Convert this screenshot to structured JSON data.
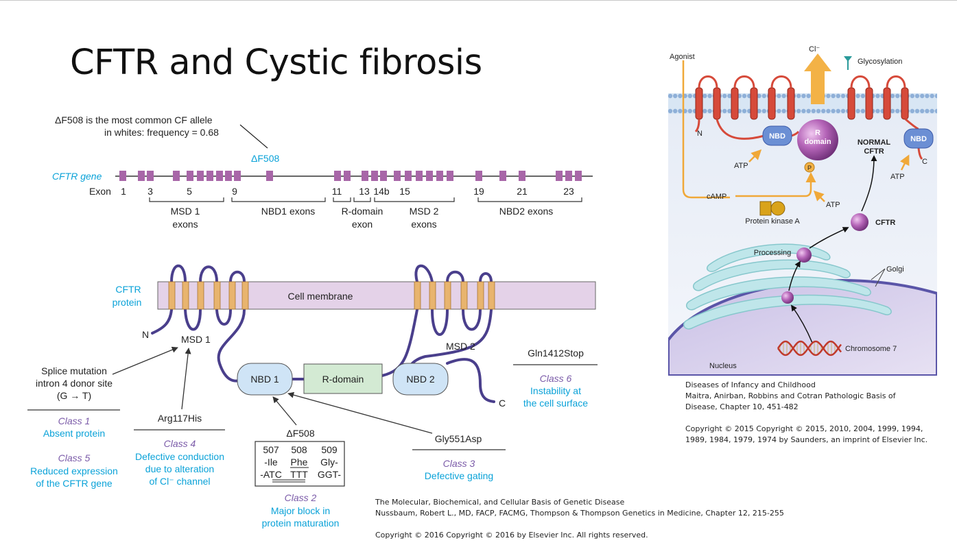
{
  "slide": {
    "title": "CFTR and Cystic fibrosis"
  },
  "gene_map": {
    "note_line1": "ΔF508 is the most common CF allele",
    "note_line2": "in whites: frequency = 0.68",
    "df508_label": "ΔF508",
    "gene_label": "CFTR gene",
    "exon_label": "Exon",
    "exon_numbers": [
      "1",
      "3",
      "5",
      "9",
      "11",
      "13",
      "14b",
      "15",
      "19",
      "21",
      "23"
    ],
    "groups": [
      "MSD 1",
      "exons",
      "NBD1 exons",
      "R-domain",
      "exon",
      "MSD 2",
      "exons",
      "NBD2 exons"
    ]
  },
  "protein": {
    "label_line1": "CFTR",
    "label_line2": "protein",
    "membrane": "Cell membrane",
    "n_term": "N",
    "c_term": "C",
    "msd1": "MSD 1",
    "msd2": "MSD 2",
    "nbd1": "NBD 1",
    "r_domain": "R-domain",
    "nbd2": "NBD 2"
  },
  "mutations": {
    "splice": [
      "Splice mutation",
      "intron 4 donor site",
      "(G → T)"
    ],
    "arg117": "Arg117His",
    "gln1412": "Gln1412Stop",
    "gly551": "Gly551Asp",
    "df508": "ΔF508",
    "codons": {
      "nums": [
        "507",
        "508",
        "509"
      ],
      "aa": [
        "-Ile",
        "Phe",
        "Gly-"
      ],
      "dna": [
        "-ATC",
        "TTT",
        "GGT-"
      ]
    }
  },
  "classes": [
    {
      "name": "Class 1",
      "desc": [
        "Absent protein"
      ]
    },
    {
      "name": "Class 4",
      "desc": [
        "Defective conduction",
        "due to alteration",
        "of Cl⁻ channel"
      ]
    },
    {
      "name": "Class 5",
      "desc": [
        "Reduced expression",
        "of the CFTR gene"
      ]
    },
    {
      "name": "Class 2",
      "desc": [
        "Major block in",
        "protein maturation"
      ]
    },
    {
      "name": "Class 3",
      "desc": [
        "Defective gating"
      ]
    },
    {
      "name": "Class 6",
      "desc": [
        "Instability at",
        "the cell surface"
      ]
    }
  ],
  "cell_diagram": {
    "cl": "Cl⁻",
    "agonist": "Agonist",
    "glycosylation": "Glycosylation",
    "n": "N",
    "c": "C",
    "nbd": "NBD",
    "r_domain_1": "R",
    "r_domain_2": "domain",
    "p": "P",
    "normal_1": "NORMAL",
    "normal_2": "CFTR",
    "atp": "ATP",
    "camp": "cAMP",
    "pka": "Protein kinase A",
    "cftr": "CFTR",
    "processing": "Processing",
    "golgi": "Golgi",
    "chromosome": "Chromosome 7",
    "nucleus": "Nucleus"
  },
  "citations": {
    "right": [
      "Diseases of Infancy and Childhood",
      "Maitra, Anirban, Robbins and Cotran Pathologic Basis of",
      "Disease, Chapter 10, 451-482"
    ],
    "right_copyright": [
      "Copyright ©  2015   Copyright © 2015, 2010, 2004, 1999, 1994,",
      "1989, 1984, 1979, 1974 by Saunders, an imprint of Elsevier Inc."
    ],
    "bottom": [
      "The Molecular, Biochemical, and Cellular Basis of Genetic Disease",
      "Nussbaum, Robert L., MD, FACP, FACMG, Thompson & Thompson Genetics in Medicine, Chapter 12, 215-255"
    ],
    "bottom_copyright": "Copyright ©  2016   Copyright © 2016 by Elsevier Inc. All rights reserved."
  },
  "colors": {
    "exon": "#a866a8",
    "membrane": "#e4d2e8",
    "helix": "#e8b46e",
    "protein_line": "#4a3f8c",
    "nbd": "#cfe4f6",
    "rdomain": "#d3ead3",
    "label_blue": "#0aa2d8",
    "class_purple": "#7a5aa8"
  }
}
